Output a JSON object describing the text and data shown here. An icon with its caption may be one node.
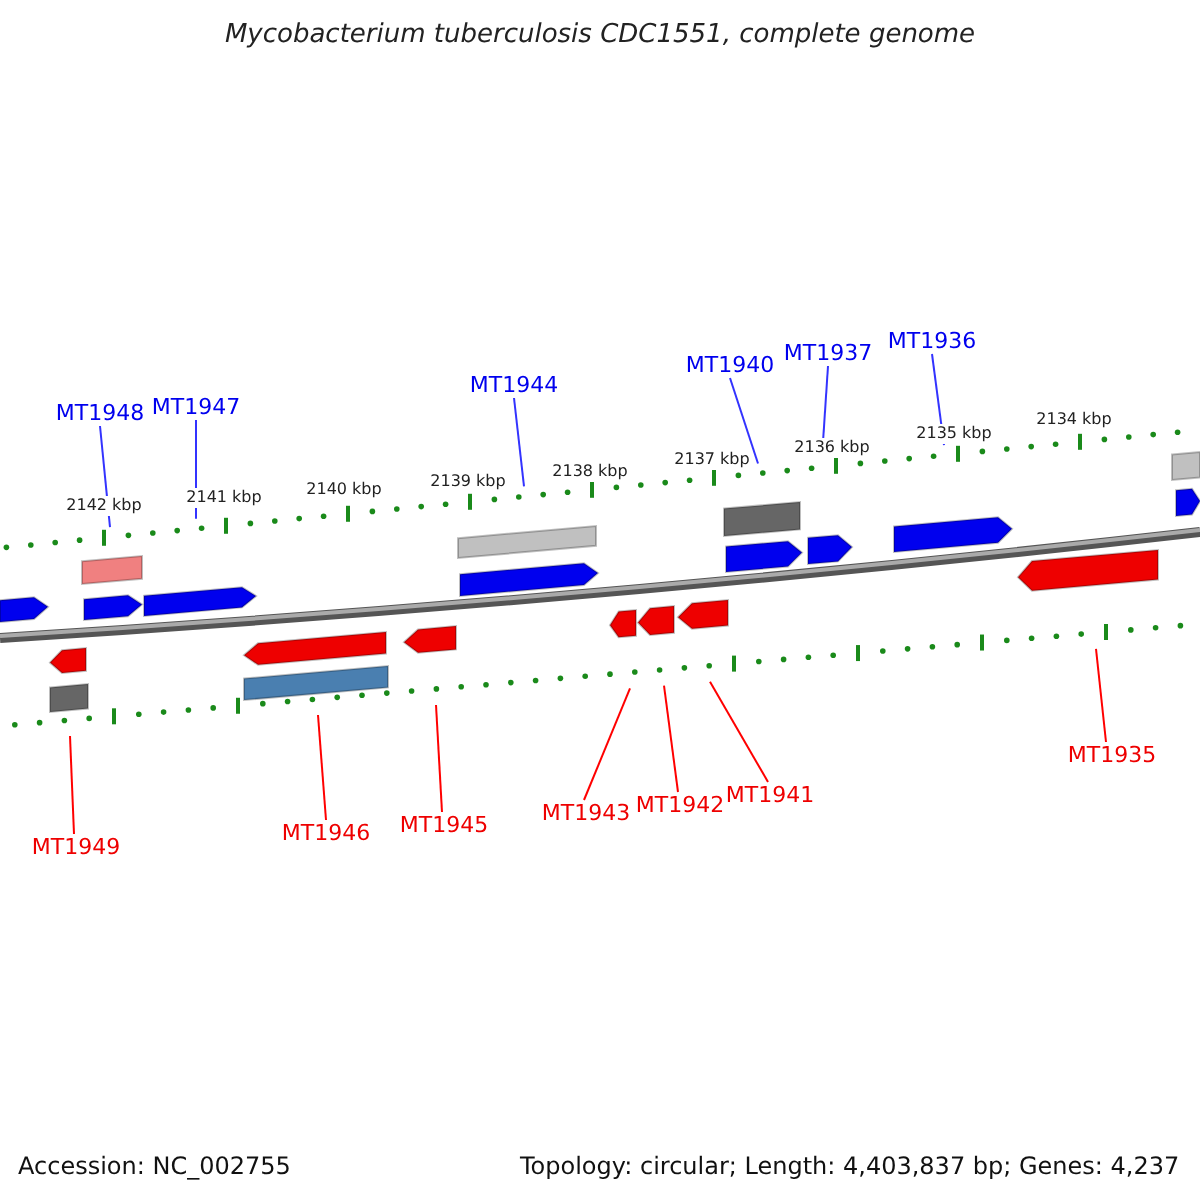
{
  "diagram": {
    "title": "Mycobacterium tuberculosis CDC1551, complete genome",
    "nodes": [
      {
        "text": [
          "MT1948"
        ]
      },
      {
        "text": [
          "MT1947"
        ]
      },
      {
        "text": [
          "MT1944"
        ]
      },
      {
        "text": [
          "MT1940"
        ]
      },
      {
        "text": [
          "MT1937"
        ]
      },
      {
        "text": [
          "MT1936"
        ]
      },
      {
        "text": [
          "MT1949"
        ]
      },
      {
        "text": [
          "MT1946"
        ]
      },
      {
        "text": [
          "MT1945"
        ]
      },
      {
        "text": [
          "MT1943"
        ]
      },
      {
        "text": [
          "MT1942"
        ]
      },
      {
        "text": [
          "MT1941"
        ]
      },
      {
        "text": [
          "MT1935"
        ]
      },
      {
        "text": [],
        "shape": "bar"
      },
      {
        "text": [],
        "shape": "bar"
      }
    ],
    "edges": [
      {
        "from": 0,
        "to": 13,
        "arrow": "none",
        "color": "#3333ff"
      },
      {
        "from": 1,
        "to": 13,
        "arrow": "none",
        "color": "#3333ff"
      },
      {
        "from": 2,
        "to": 13,
        "arrow": "none",
        "color": "#3333ff"
      },
      {
        "from": 3,
        "to": 13,
        "arrow": "none",
        "color": "#3333ff"
      },
      {
        "from": 4,
        "to": 13,
        "arrow": "none",
        "color": "#3333ff"
      },
      {
        "from": 5,
        "to": 13,
        "arrow": "none",
        "color": "#3333ff"
      },
      {
        "from": 6,
        "to": 14,
        "arrow": "none",
        "color": "#ff0000"
      },
      {
        "from": 7,
        "to": 14,
        "arrow": "none",
        "color": "#ff0000"
      },
      {
        "from": 8,
        "to": 14,
        "arrow": "none",
        "color": "#ff0000"
      },
      {
        "from": 9,
        "to": 14,
        "arrow": "none",
        "color": "#ff0000"
      },
      {
        "from": 10,
        "to": 14,
        "arrow": "none",
        "color": "#ff0000"
      },
      {
        "from": 11,
        "to": 14,
        "arrow": "none",
        "color": "#ff0000"
      },
      {
        "from": 12,
        "to": 14,
        "arrow": "none",
        "color": "#ff0000"
      }
    ],
    "labels": [
      "2142 kbp",
      "2141 kbp",
      "2140 kbp",
      "2139 kbp",
      "2138 kbp",
      "2137 kbp",
      "2136 kbp",
      "2135 kbp",
      "2134 kbp",
      "Accession: NC_002755",
      "Topology: circular; Length: 4,403,837 bp; Genes: 4,237"
    ]
  }
}
